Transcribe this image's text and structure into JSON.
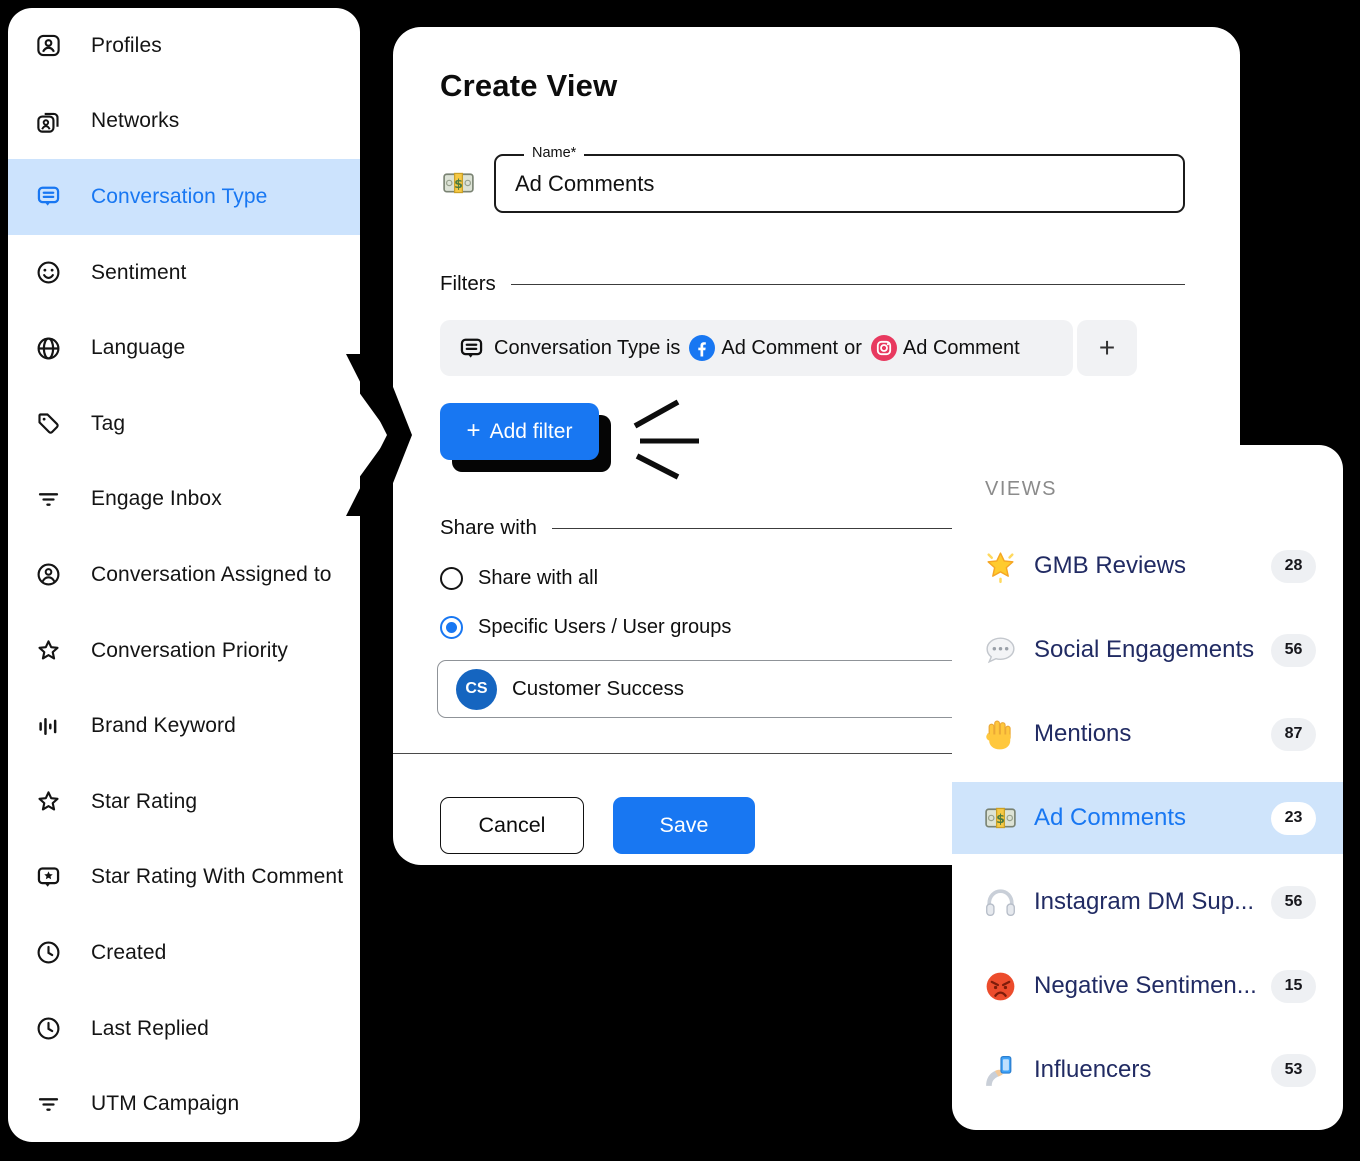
{
  "colors": {
    "accent_blue": "#1877f2",
    "sidebar_highlight": "#cce3fd",
    "views_highlight": "#cfe4fb",
    "views_text": "#212b63",
    "facebook": "#1877f2",
    "instagram": "#e8395f",
    "avatar_blue": "#1565c0",
    "chip_gray": "#f1f2f4",
    "badge_gray": "#eef0f3",
    "background": "#000000"
  },
  "sidebar": {
    "items": [
      {
        "label": "Profiles",
        "icon": "profiles-icon",
        "active": false
      },
      {
        "label": "Networks",
        "icon": "networks-icon",
        "active": false
      },
      {
        "label": "Conversation Type",
        "icon": "conversation-type-icon",
        "active": true
      },
      {
        "label": "Sentiment",
        "icon": "sentiment-icon",
        "active": false
      },
      {
        "label": "Language",
        "icon": "language-globe-icon",
        "active": false
      },
      {
        "label": "Tag",
        "icon": "tag-icon",
        "active": false
      },
      {
        "label": "Engage Inbox",
        "icon": "filter-lines-icon",
        "active": false
      },
      {
        "label": "Conversation Assigned to",
        "icon": "person-circle-icon",
        "active": false
      },
      {
        "label": "Conversation Priority",
        "icon": "star-icon",
        "active": false
      },
      {
        "label": "Brand Keyword",
        "icon": "keyword-bars-icon",
        "active": false
      },
      {
        "label": "Star Rating",
        "icon": "star-icon",
        "active": false
      },
      {
        "label": "Star Rating With Comment",
        "icon": "star-comment-icon",
        "active": false
      },
      {
        "label": "Created",
        "icon": "clock-icon",
        "active": false
      },
      {
        "label": "Last Replied",
        "icon": "clock-icon",
        "active": false
      },
      {
        "label": "UTM Campaign",
        "icon": "filter-lines-icon",
        "active": false
      }
    ]
  },
  "modal": {
    "title": "Create View",
    "name_field": {
      "label": "Name*",
      "value": "Ad Comments",
      "icon": "money-icon"
    },
    "filters": {
      "section_label": "Filters",
      "condition": {
        "prefix": "Conversation Type is",
        "value1": "Ad Comment",
        "joiner": "or",
        "value2": "Ad Comment",
        "add_condition_label": "+"
      },
      "add_filter": {
        "plus": "+",
        "label": "Add filter"
      }
    },
    "share": {
      "section_label": "Share with",
      "option_all": {
        "label": "Share with all",
        "selected": false
      },
      "option_specific": {
        "label": "Specific Users / User groups",
        "selected": true
      },
      "group": {
        "avatar_initials": "CS",
        "name": "Customer Success"
      }
    },
    "footer": {
      "cancel_label": "Cancel",
      "save_label": "Save"
    }
  },
  "views_panel": {
    "header": "VIEWS",
    "items": [
      {
        "icon": "glowing-star-icon",
        "label": "GMB Reviews",
        "count": "28",
        "active": false
      },
      {
        "icon": "speech-balloon-icon",
        "label": "Social Engagements",
        "count": "56",
        "active": false
      },
      {
        "icon": "raised-hand-icon",
        "label": "Mentions",
        "count": "87",
        "active": false
      },
      {
        "icon": "money-icon",
        "label": "Ad Comments",
        "count": "23",
        "active": true
      },
      {
        "icon": "headphones-icon",
        "label": "Instagram DM Sup...",
        "count": "56",
        "active": false
      },
      {
        "icon": "angry-face-icon",
        "label": "Negative Sentimen...",
        "count": "15",
        "active": false
      },
      {
        "icon": "selfie-icon",
        "label": "Influencers",
        "count": "53",
        "active": false
      }
    ]
  }
}
